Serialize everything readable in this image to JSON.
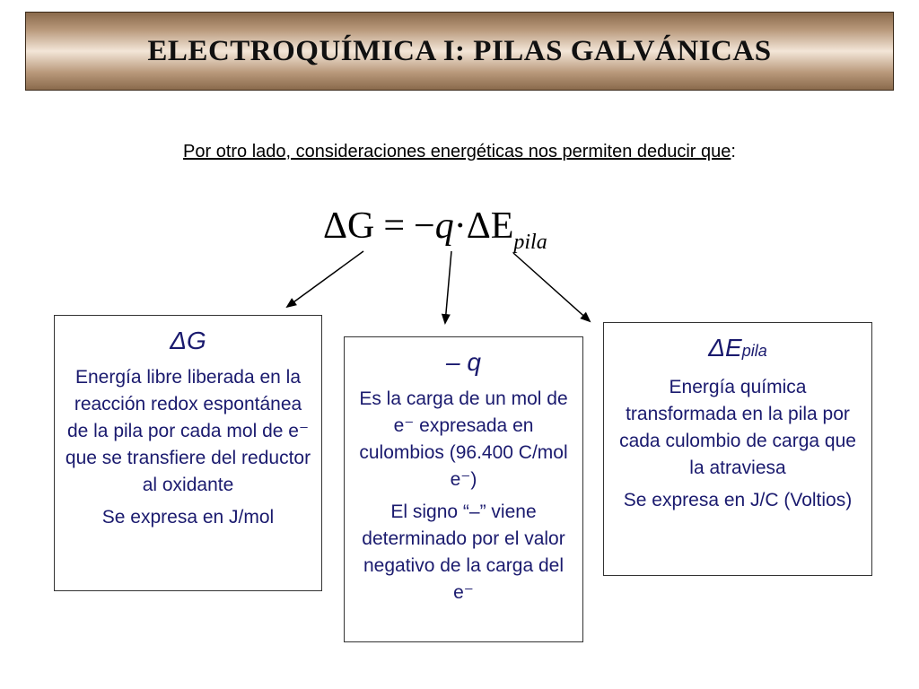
{
  "title": "ELECTROQUÍMICA I:  PILAS GALVÁNICAS",
  "intro": {
    "underlined": "Por otro lado, consideraciones energéticas nos permiten deducir que",
    "tail": ":"
  },
  "formula": {
    "lhs": "ΔG",
    "equals": "=",
    "minus": "−",
    "q": "q",
    "dot": "·",
    "delta_e": "ΔE",
    "subscript": "pila"
  },
  "box_g": {
    "symbol": "ΔG",
    "description": "Energía libre liberada en la reacción redox espontánea de la pila por cada mol de e⁻ que se transfiere del reductor al oxidante",
    "units": "Se expresa en J/mol"
  },
  "box_q": {
    "symbol": "– q",
    "description": "Es la carga de un mol de e⁻ expresada en culombios (96.400 C/mol e⁻)",
    "sign_note": "El signo “–” viene determinado por el valor negativo de la carga del e⁻"
  },
  "box_e": {
    "symbol": "ΔE",
    "symbol_sub": "pila",
    "description": "Energía química transformada en la pila por cada culombio de carga que la atraviesa",
    "units": "Se expresa en J/C (Voltios)"
  }
}
